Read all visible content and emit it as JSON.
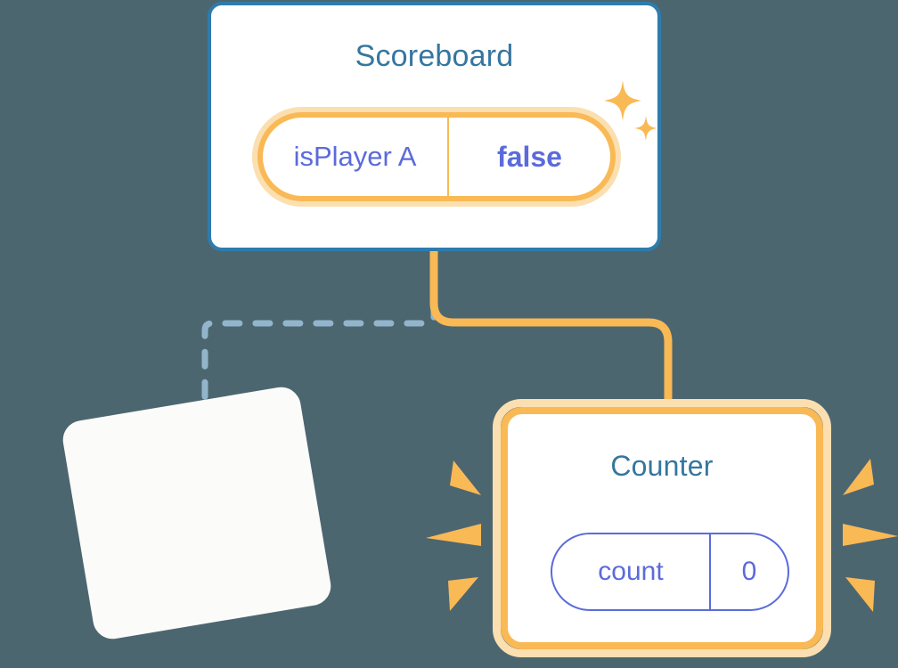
{
  "theme": {
    "background": "#4c6670",
    "card_bg": "#ffffff",
    "title_blue": "#35769f",
    "card_border_blue": "#2e7cad",
    "accent_orange": "#f9b955",
    "accent_orange_glow": "#fbdfb0",
    "value_purple": "#5b6bdb",
    "dashed_blue": "#93b5cc",
    "ghost_card_bg": "#fbfbfa"
  },
  "scoreboard": {
    "title": "Scoreboard",
    "prop": {
      "key": "isPlayer A",
      "value": "false"
    }
  },
  "counter": {
    "title": "Counter",
    "prop": {
      "key": "count",
      "value": "0"
    }
  },
  "connectors": {
    "solid": {
      "color": "#f9b955",
      "from": "scoreboard",
      "to": "counter",
      "style": "solid"
    },
    "dashed": {
      "color": "#93b5cc",
      "from": "scoreboard",
      "to": "ghost-card",
      "style": "dashed"
    }
  },
  "decorations": {
    "sparkle_count": 2,
    "burst_left_rays": 10,
    "burst_counter_left_rays": 3,
    "burst_counter_right_rays": 3
  }
}
